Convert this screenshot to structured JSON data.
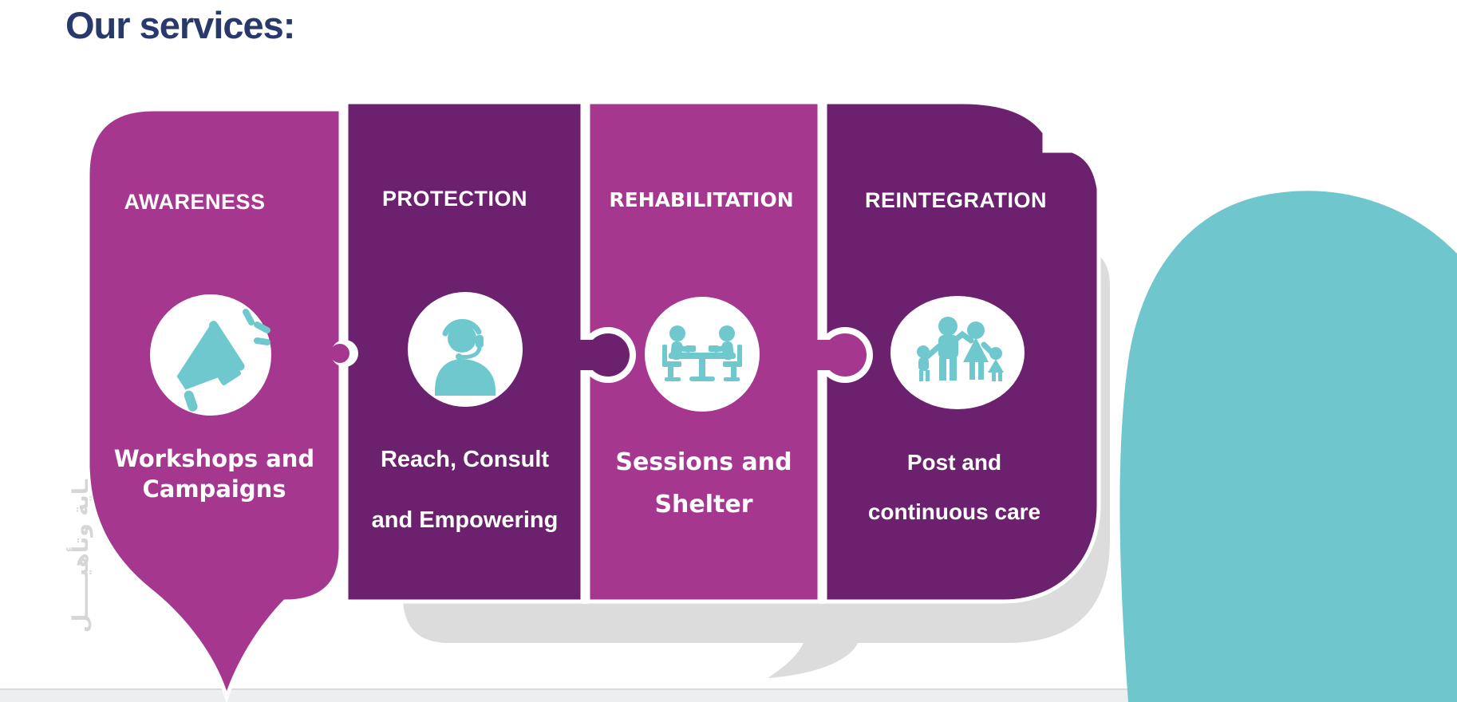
{
  "title": "Our services:",
  "watermark_text": "ـاية وتأهيـــــل",
  "colors": {
    "magenta": "#A5378F",
    "purple": "#6C216E",
    "teal": "#6FC8CE",
    "wave_teal": "#6FC6CC",
    "shadow_gray": "#DCDCDD",
    "title_navy": "#28396B",
    "white": "#FFFFFF",
    "watermark_gray": "#D6D6D6",
    "footer_strip": "#EDEEEF",
    "footer_border": "#D8DADB"
  },
  "services": [
    {
      "header": "AWARENESS",
      "icon": "megaphone",
      "lines": [
        "Workshops and",
        "Campaigns"
      ]
    },
    {
      "header": "PROTECTION",
      "icon": "support-agent",
      "lines": [
        "Reach, Consult",
        "and Empowering"
      ]
    },
    {
      "header": "REHABILITATION",
      "icon": "meeting-table",
      "lines": [
        "Sessions and",
        "Shelter"
      ]
    },
    {
      "header": "REINTEGRATION",
      "icon": "family",
      "lines": [
        "Post and",
        "continuous care"
      ]
    }
  ]
}
